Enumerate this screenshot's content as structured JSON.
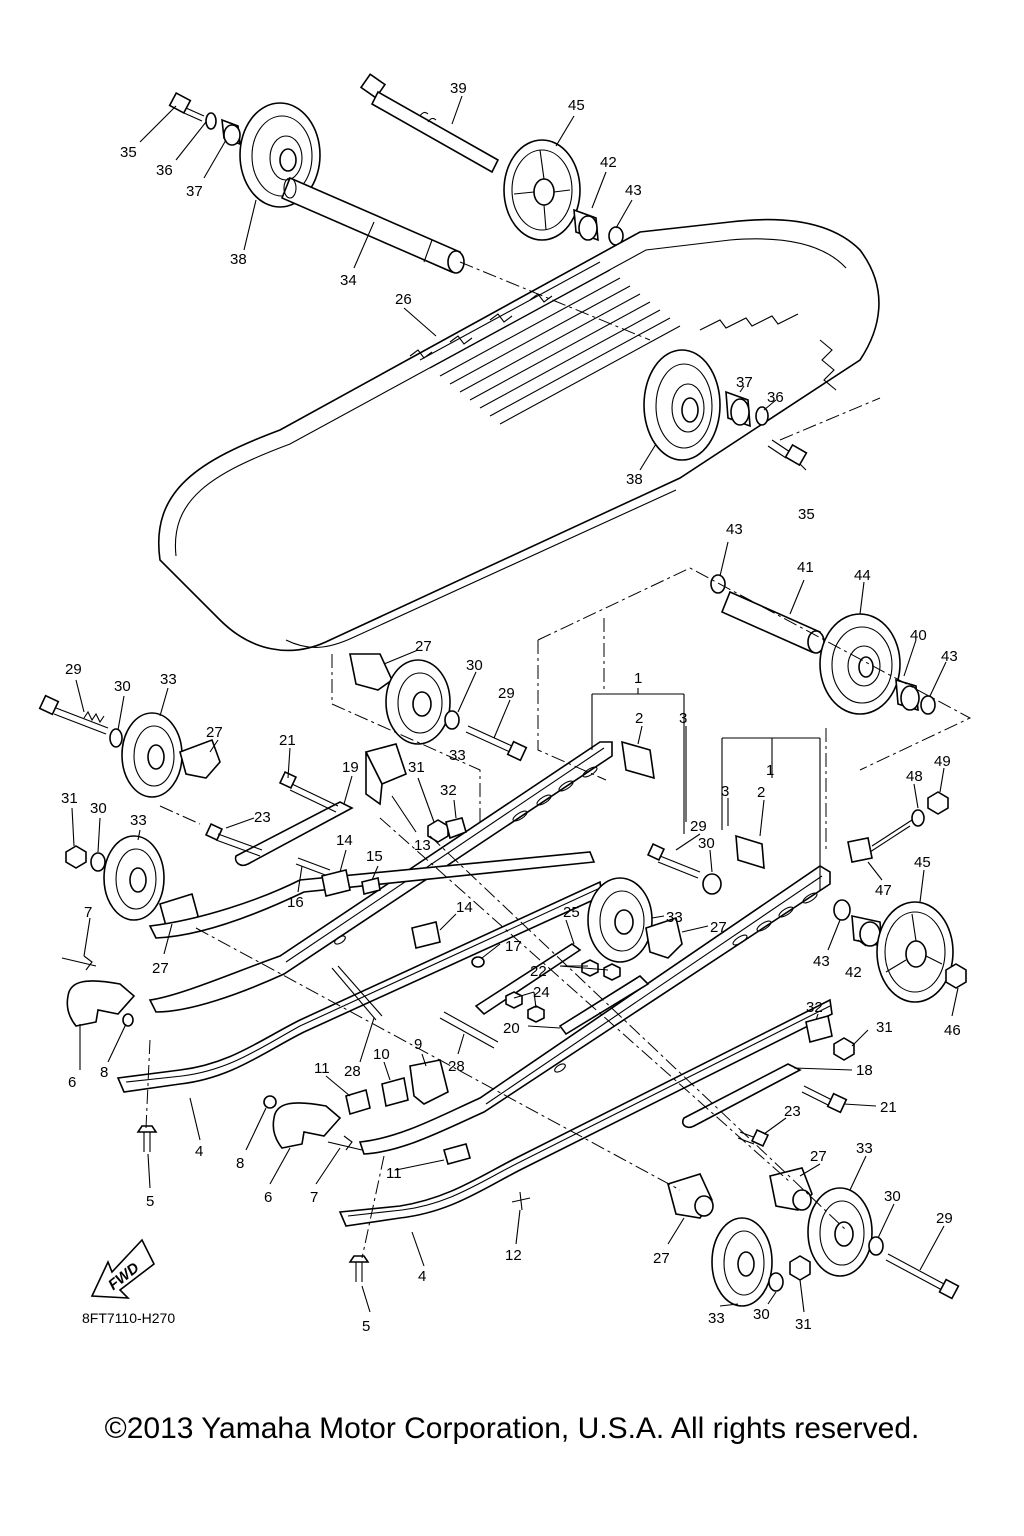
{
  "diagram": {
    "drawing_code": "8FT7110-H270",
    "fwd_label": "FWD",
    "callouts": [
      {
        "label": "39"
      },
      {
        "label": "45"
      },
      {
        "label": "35"
      },
      {
        "label": "36"
      },
      {
        "label": "37"
      },
      {
        "label": "42"
      },
      {
        "label": "43"
      },
      {
        "label": "38"
      },
      {
        "label": "34"
      },
      {
        "label": "26"
      },
      {
        "label": "37"
      },
      {
        "label": "36"
      },
      {
        "label": "38"
      },
      {
        "label": "35"
      },
      {
        "label": "43"
      },
      {
        "label": "41"
      },
      {
        "label": "44"
      },
      {
        "label": "40"
      },
      {
        "label": "43"
      },
      {
        "label": "27"
      },
      {
        "label": "30"
      },
      {
        "label": "29"
      },
      {
        "label": "33"
      },
      {
        "label": "29"
      },
      {
        "label": "30"
      },
      {
        "label": "33"
      },
      {
        "label": "27"
      },
      {
        "label": "21"
      },
      {
        "label": "19"
      },
      {
        "label": "31"
      },
      {
        "label": "32"
      },
      {
        "label": "13"
      },
      {
        "label": "23"
      },
      {
        "label": "14"
      },
      {
        "label": "15"
      },
      {
        "label": "16"
      },
      {
        "label": "31"
      },
      {
        "label": "30"
      },
      {
        "label": "33"
      },
      {
        "label": "27"
      },
      {
        "label": "7"
      },
      {
        "label": "1"
      },
      {
        "label": "2"
      },
      {
        "label": "3"
      },
      {
        "label": "1"
      },
      {
        "label": "3"
      },
      {
        "label": "2"
      },
      {
        "label": "49"
      },
      {
        "label": "48"
      },
      {
        "label": "29"
      },
      {
        "label": "30"
      },
      {
        "label": "47"
      },
      {
        "label": "45"
      },
      {
        "label": "14"
      },
      {
        "label": "25"
      },
      {
        "label": "33"
      },
      {
        "label": "27"
      },
      {
        "label": "43"
      },
      {
        "label": "42"
      },
      {
        "label": "17"
      },
      {
        "label": "22"
      },
      {
        "label": "24"
      },
      {
        "label": "20"
      },
      {
        "label": "46"
      },
      {
        "label": "6"
      },
      {
        "label": "8"
      },
      {
        "label": "32"
      },
      {
        "label": "31"
      },
      {
        "label": "9"
      },
      {
        "label": "28"
      },
      {
        "label": "28"
      },
      {
        "label": "10"
      },
      {
        "label": "11"
      },
      {
        "label": "18"
      },
      {
        "label": "21"
      },
      {
        "label": "23"
      },
      {
        "label": "4"
      },
      {
        "label": "5"
      },
      {
        "label": "8"
      },
      {
        "label": "6"
      },
      {
        "label": "7"
      },
      {
        "label": "11"
      },
      {
        "label": "27"
      },
      {
        "label": "33"
      },
      {
        "label": "30"
      },
      {
        "label": "29"
      },
      {
        "label": "12"
      },
      {
        "label": "27"
      },
      {
        "label": "4"
      },
      {
        "label": "5"
      },
      {
        "label": "33"
      },
      {
        "label": "30"
      },
      {
        "label": "31"
      }
    ]
  },
  "footer": {
    "copyright": "©2013 Yamaha Motor Corporation, U.S.A. All rights reserved."
  }
}
